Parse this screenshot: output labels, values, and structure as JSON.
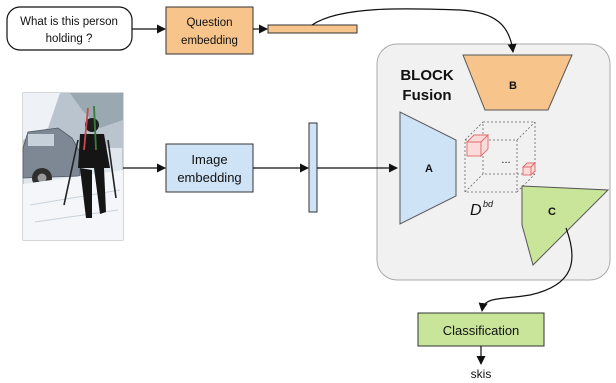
{
  "question": {
    "line1": "What is this person",
    "line2": "holding ?"
  },
  "question_embedding": {
    "line1": "Question",
    "line2": "embedding"
  },
  "image_embedding": {
    "line1": "Image",
    "line2": "embedding"
  },
  "fusion": {
    "title_line1": "BLOCK",
    "title_line2": "Fusion",
    "block_a": "A",
    "block_b": "B",
    "block_c": "C",
    "tensor_symbol": "D",
    "tensor_superscript": "bd",
    "ellipsis": "..."
  },
  "classification": "Classification",
  "answer": "skis",
  "colors": {
    "question_embedding_fill": "#f7c48c",
    "image_embedding_fill": "#cfe3f7",
    "block_a_fill": "#cfe3f7",
    "block_b_fill": "#f7c48c",
    "block_c_fill": "#c9e59a",
    "classification_fill": "#c9e59a",
    "fusion_panel_fill": "#f1f1f1",
    "sub_cube_stroke": "#e06a6a"
  },
  "icons": {
    "photo": "skier-photo"
  }
}
